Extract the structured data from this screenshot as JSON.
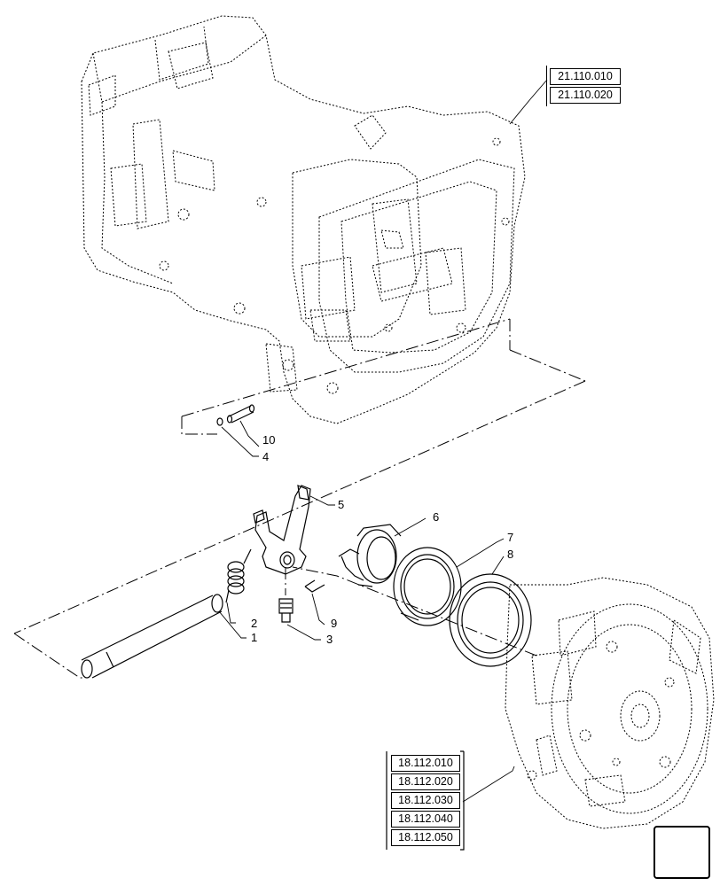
{
  "reference_groups": {
    "top": [
      "21.110.010",
      "21.110.020"
    ],
    "bottom": [
      "18.112.010",
      "18.112.020",
      "18.112.030",
      "18.112.040",
      "18.112.050"
    ]
  },
  "callouts": {
    "part_1": "1",
    "part_2": "2",
    "part_3": "3",
    "part_4": "4",
    "part_5": "5",
    "part_6": "6",
    "part_7": "7",
    "part_8": "8",
    "part_9": "9",
    "part_10": "10"
  },
  "navigation": {
    "icon": "arrow-right-icon"
  }
}
